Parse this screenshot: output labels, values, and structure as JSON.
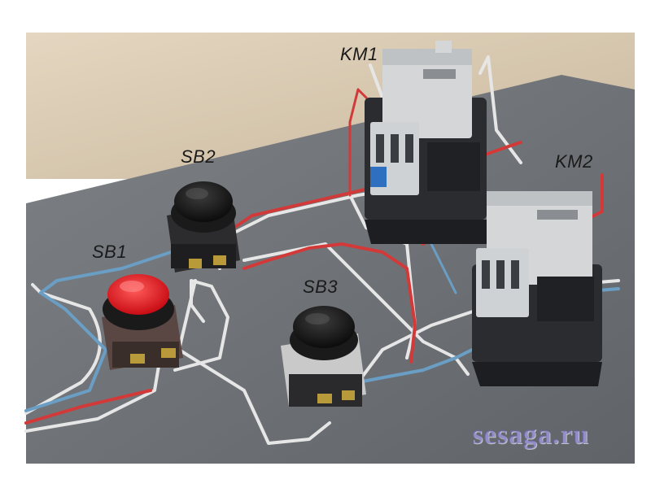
{
  "labels": {
    "km1": "KM1",
    "km2": "KM2",
    "sb1": "SB1",
    "sb2": "SB2",
    "sb3": "SB3"
  },
  "watermark": "sesaga.ru",
  "colors": {
    "board": "#707478",
    "wall": "#d8c9b2",
    "contactor_body": "#2a2c30",
    "contactor_head": "#d4d6d8",
    "button_red": "#e01820",
    "button_black": "#151515",
    "wire_red": "#d23a3a",
    "wire_blue": "#6a9ec4",
    "wire_white": "#e8e8e8"
  }
}
